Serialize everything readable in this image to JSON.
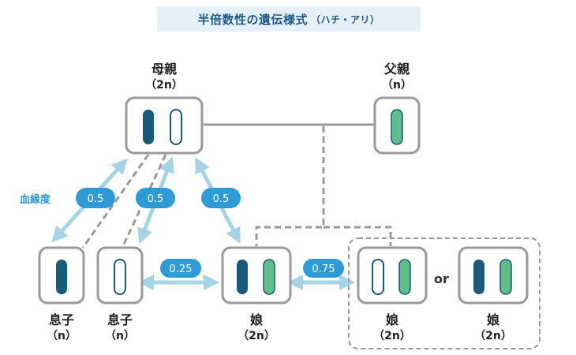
{
  "title": {
    "main": "半倍数性の遺伝様式",
    "sub": "（ハチ・アリ）"
  },
  "legend_label": "血縁度",
  "or_label": "or",
  "nodes": {
    "mother": {
      "name": "母親",
      "ploidy": "（2n）"
    },
    "father": {
      "name": "父親",
      "ploidy": "（n）"
    },
    "son1": {
      "name": "息子",
      "ploidy": "（n）"
    },
    "son2": {
      "name": "息子",
      "ploidy": "（n）"
    },
    "daughter1": {
      "name": "娘",
      "ploidy": "（2n）"
    },
    "daughter2": {
      "name": "娘",
      "ploidy": "（2n）"
    },
    "daughter3": {
      "name": "娘",
      "ploidy": "（2n）"
    }
  },
  "relatedness": {
    "mother_son1": "0.5",
    "mother_son2": "0.5",
    "mother_daughter": "0.5",
    "son_daughter": "0.25",
    "daughter_daughter": "0.75"
  },
  "colors": {
    "maternal_dark": "#1a5a7a",
    "paternal_green": "#5dbf8a",
    "box_border": "#9a9a9a",
    "arrow": "#a5d4e6",
    "pill": "#2e9bd6"
  }
}
